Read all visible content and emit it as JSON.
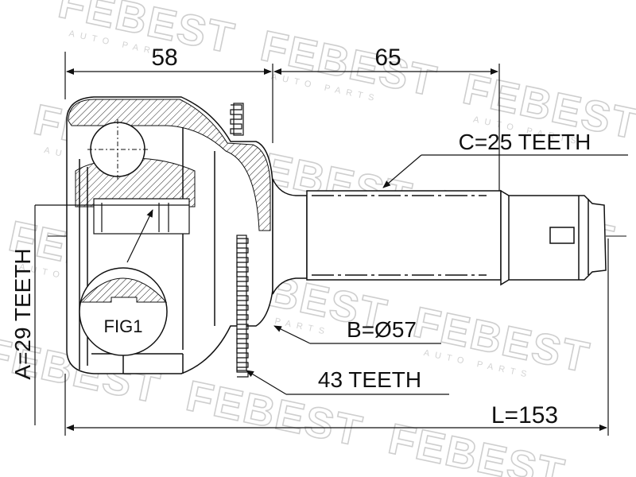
{
  "watermark": {
    "brand": "FEBEST",
    "sub": "AUTO PARTS"
  },
  "dimensions": {
    "left_length": "58",
    "right_length": "65",
    "total_length": "L=153"
  },
  "callouts": {
    "outer_spline": "C=25 TEETH",
    "seal_diameter": "B=Ø57",
    "abs_ring": "43 TEETH",
    "inner_spline": "A=29 TEETH",
    "fig_label": "FIG1"
  },
  "colors": {
    "line": "#111111",
    "watermark": "#c9c9c9",
    "background": "#ffffff"
  }
}
